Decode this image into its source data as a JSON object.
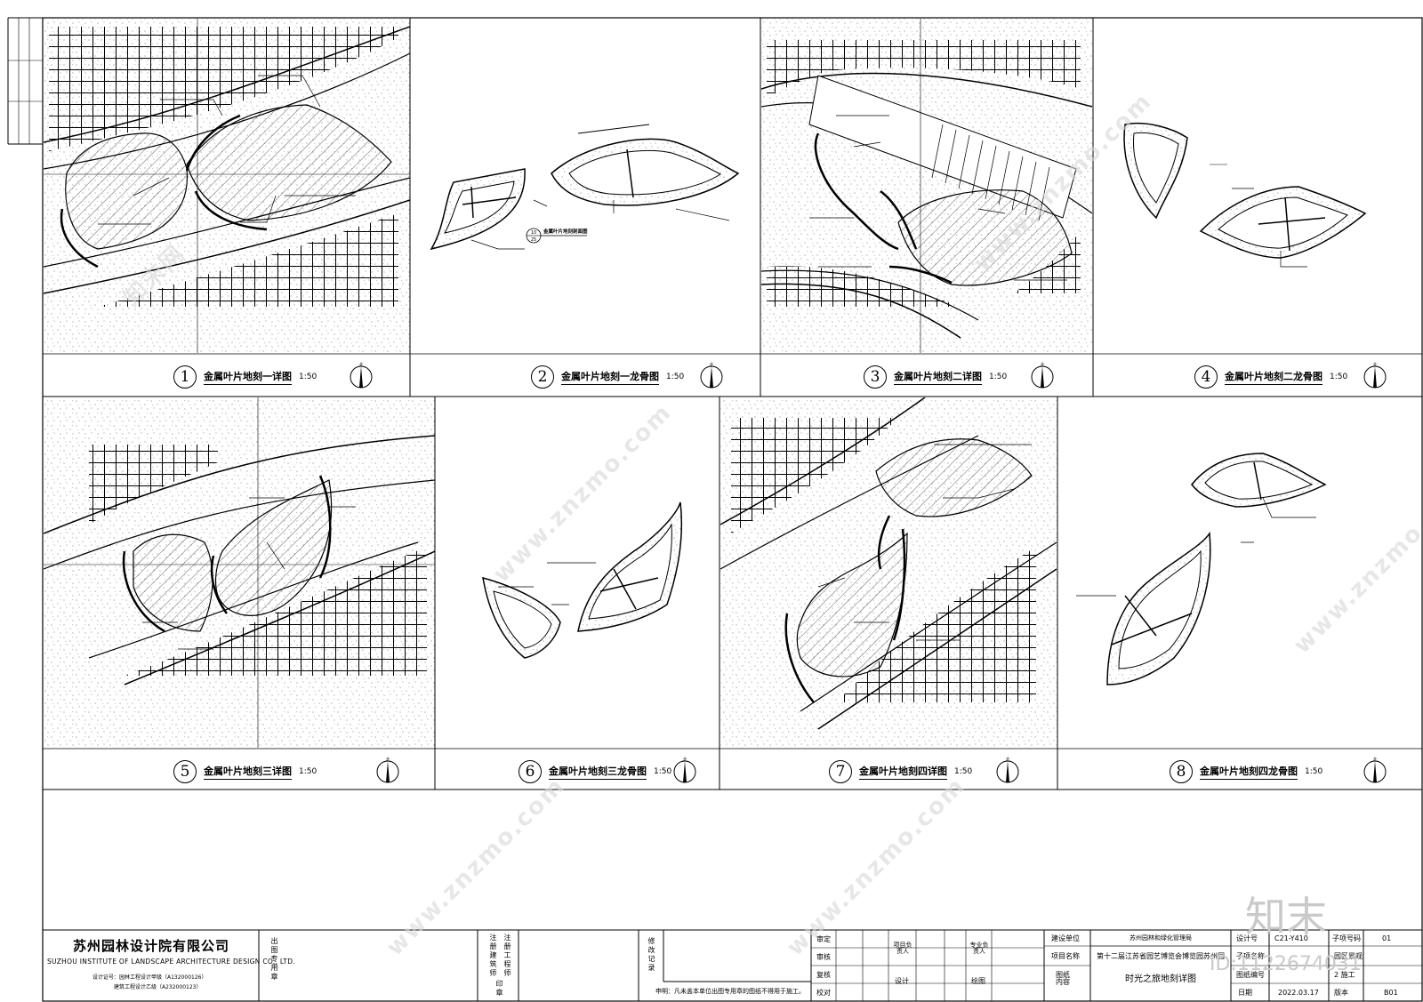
{
  "panels": [
    {
      "num": "1",
      "title": "金属叶片地刻一详图",
      "scale": "1:50"
    },
    {
      "num": "2",
      "title": "金属叶片地刻一龙骨图",
      "scale": "1:50"
    },
    {
      "num": "3",
      "title": "金属叶片地刻二详图",
      "scale": "1:50"
    },
    {
      "num": "4",
      "title": "金属叶片地刻二龙骨图",
      "scale": "1:50"
    },
    {
      "num": "5",
      "title": "金属叶片地刻三详图",
      "scale": "1:50"
    },
    {
      "num": "6",
      "title": "金属叶片地刻三龙骨图",
      "scale": "1:50"
    },
    {
      "num": "7",
      "title": "金属叶片地刻四详图",
      "scale": "1:50"
    },
    {
      "num": "8",
      "title": "金属叶片地刻四龙骨图",
      "scale": "1:50"
    }
  ],
  "section_ref": {
    "top": "10",
    "bottom": "25",
    "label": "金属叶片地刻剖面图"
  },
  "north_label": "北",
  "title_block": {
    "company_cn": "苏州园林设计院有限公司",
    "company_en": "SUZHOU INSTITUTE OF LANDSCAPE ARCHITECTURE DESIGN CO., LTD.",
    "cert1": "设计证号：园林工程设计甲级（A132000126）",
    "cert2": "建筑工程设计乙级（A232000123）",
    "out_seal": "出图专用章",
    "reg_eng": "注册工程师",
    "reg_arch": "注册建筑师",
    "seal": "印章",
    "revision": "修改记录",
    "statement": "申明：凡未盖本单位出图专用章的图纸不得用于施工。",
    "approve": "审定",
    "review": "审核",
    "recheck": "复核",
    "check": "校对",
    "project_lead": "项目负责人",
    "design": "设计",
    "discipline_lead": "专业负责人",
    "drawing": "绘图",
    "client_label": "建设单位",
    "client": "苏州园林和绿化管理局",
    "project_label": "项目名称",
    "project": "第十二届江苏省园艺博览会博览园苏州园",
    "content_label": "图纸内容",
    "content": "时光之旅地刻详图",
    "design_no_label": "设计号",
    "design_no": "C21-Y410",
    "subitem_no_label": "子项号码",
    "subitem_no": "01",
    "subitem_name_label": "子项名称",
    "zone_label": "园区景观",
    "drawing_no_label": "图纸编号",
    "drawing_no": "2 施工",
    "date_label": "日期",
    "date": "2022.03.17",
    "version_label": "版本",
    "version": "B01"
  },
  "watermark": {
    "text": "www.znzmo.com",
    "text_cn": "知末网",
    "brand": "知末",
    "id": "ID:1122674031"
  }
}
